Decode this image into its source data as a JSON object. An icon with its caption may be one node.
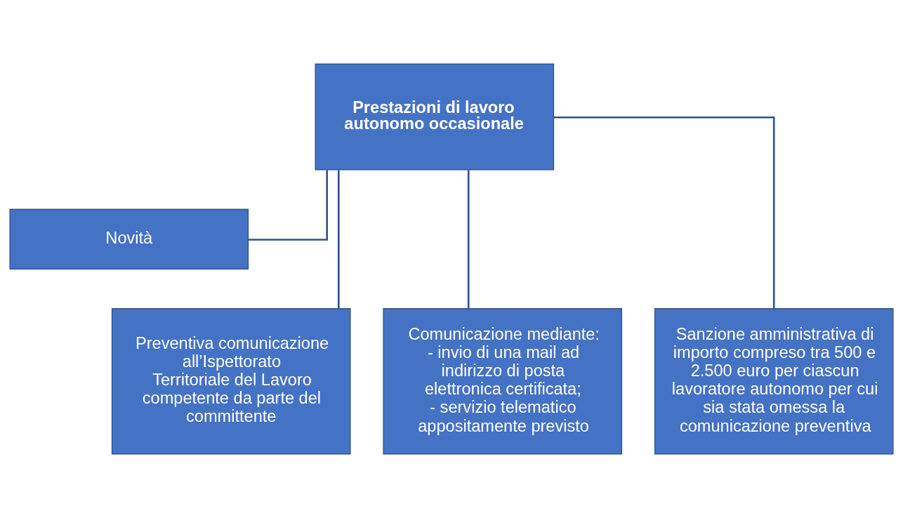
{
  "diagram": {
    "nodes": [
      {
        "text": [
          "Prestazioni di lavoro autonomo occasionale"
        ]
      },
      {
        "text": [
          "Novità"
        ]
      },
      {
        "text": [
          "Preventiva comunicazione all’Ispettorato Territoriale del Lavoro competente da parte del committente"
        ]
      },
      {
        "text": [
          "Comunicazione mediante:",
          "- invio di una mail ad indirizzo di posta elettronica certificata;",
          "- servizio telematico appositamente previsto"
        ]
      },
      {
        "text": [
          "Sanzione amministrativa di importo compreso tra 500 e 2.500 euro per ciascun lavoratore autonomo per cui sia stata omessa la comunicazione preventiva"
        ]
      }
    ],
    "edges": [
      {
        "from": 0,
        "to": 1,
        "arrow": "none"
      },
      {
        "from": 0,
        "to": 2,
        "arrow": "none"
      },
      {
        "from": 0,
        "to": 3,
        "arrow": "none"
      },
      {
        "from": 0,
        "to": 4,
        "arrow": "none"
      }
    ]
  }
}
